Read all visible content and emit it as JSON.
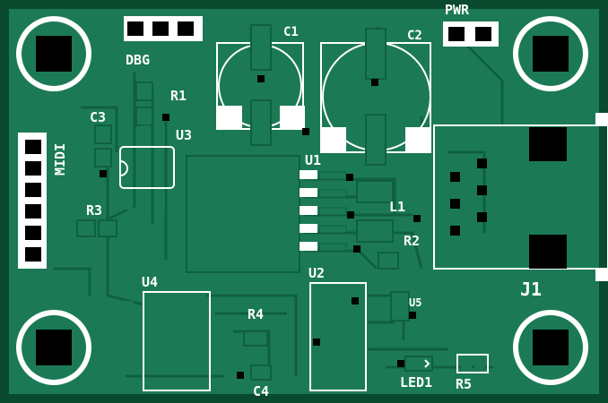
{
  "board": {
    "labels": {
      "pwr": "PWR",
      "c1": "C1",
      "c2": "C2",
      "r1": "R1",
      "c3": "C3",
      "u3": "U3",
      "midi": "MIDI",
      "u1": "U1",
      "l1": "L1",
      "r3": "R3",
      "r2": "R2",
      "j1": "J1",
      "u4": "U4",
      "r4": "R4",
      "u2": "U2",
      "c4": "C4",
      "led1": "LED1",
      "r5": "R5",
      "dbg": "DBG",
      "u5": "U5"
    },
    "colors": {
      "substrate": "#0a4a2f",
      "copper_pour": "#1b7a55",
      "silkscreen": "#ffffff",
      "pad": "#000000"
    }
  }
}
